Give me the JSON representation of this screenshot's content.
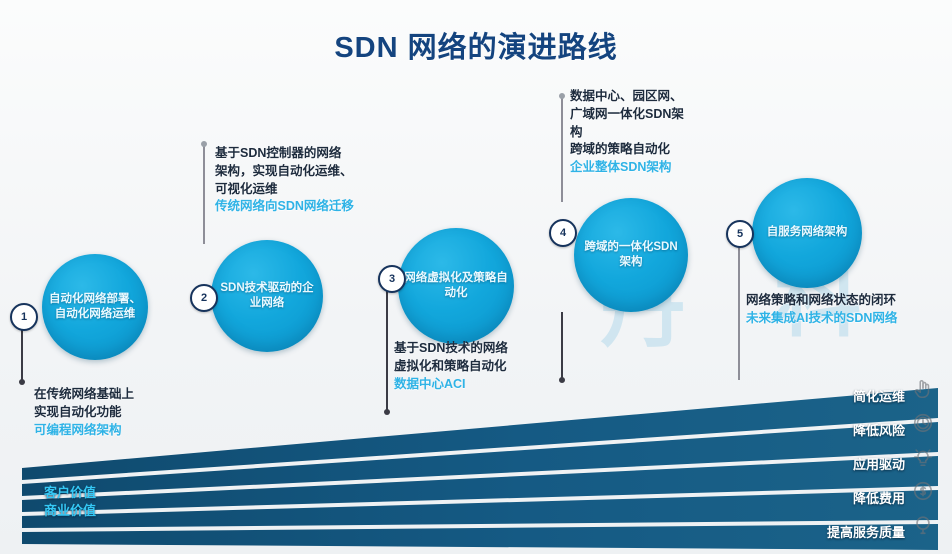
{
  "title": "SDN 网络的演进路线",
  "colors": {
    "title": "#14447f",
    "bubble": "#12a7dc",
    "band": "#14547d",
    "highlight": "#2fb3e6",
    "marker_border": "#16335c"
  },
  "watermark": [
    "丹",
    "科"
  ],
  "steps": [
    {
      "number": "1",
      "bubble": "自动化网络部署、自动化网络运维",
      "desc_line1": "在传统网络基础上",
      "desc_line2": "实现自动化功能",
      "highlight": "可编程网络架构"
    },
    {
      "number": "2",
      "bubble": "SDN技术驱动的企业网络",
      "desc_line1": "基于SDN控制器的网络",
      "desc_line2": "架构，实现自动化运维、",
      "desc_line3": "可视化运维",
      "highlight": "传统网络向SDN网络迁移"
    },
    {
      "number": "3",
      "bubble": "网络虚拟化及策略自动化",
      "desc_line1": "基于SDN技术的网络",
      "desc_line2": "虚拟化和策略自动化",
      "highlight": "数据中心ACI"
    },
    {
      "number": "4",
      "bubble": "跨域的一体化SDN架构",
      "desc_line1": "数据中心、园区网、",
      "desc_line2": "广域网一体化SDN架",
      "desc_line3": "构",
      "desc_line4": "跨域的策略自动化",
      "highlight": "企业整体SDN架构"
    },
    {
      "number": "5",
      "bubble": "自服务网络架构",
      "desc_line1": "网络策略和网络状态的闭环",
      "highlight": "未来集成AI技术的SDN网络"
    }
  ],
  "fan": {
    "value_labels": [
      "客户价值",
      "商业价值"
    ],
    "benefits": [
      {
        "label": "简化运维",
        "icon": "hand-pointer-icon"
      },
      {
        "label": "降低风险",
        "icon": "clock-icon"
      },
      {
        "label": "应用驱动",
        "icon": "lightbulb-icon"
      },
      {
        "label": "降低费用",
        "icon": "dollar-coin-icon"
      },
      {
        "label": "提高服务质量",
        "icon": "speech-balloon-icon"
      }
    ]
  }
}
